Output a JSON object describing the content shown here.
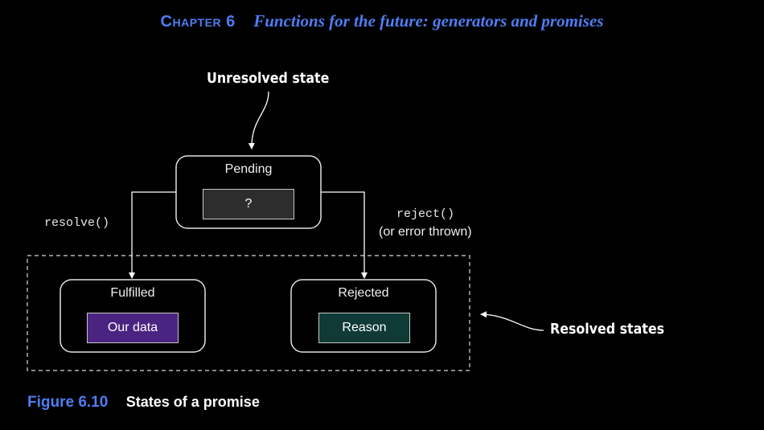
{
  "header": {
    "chapter_label": "Chapter 6",
    "chapter_title": "Functions for the future: generators and promises"
  },
  "diagram": {
    "unresolved_label": "Unresolved state",
    "resolved_label": "Resolved states",
    "pending": {
      "title": "Pending",
      "value": "?"
    },
    "fulfilled": {
      "title": "Fulfilled",
      "value": "Our data"
    },
    "rejected": {
      "title": "Rejected",
      "value": "Reason"
    },
    "resolve_call": "resolve()",
    "reject_call": "reject()",
    "reject_note": "(or error thrown)",
    "colors": {
      "pending_value": "#2d2d2d",
      "fulfilled_value": "#4b2380",
      "rejected_value": "#0f3a36",
      "accent": "#4f7df2"
    }
  },
  "caption": {
    "figure_number": "Figure 6.10",
    "figure_title": "States of a promise"
  }
}
